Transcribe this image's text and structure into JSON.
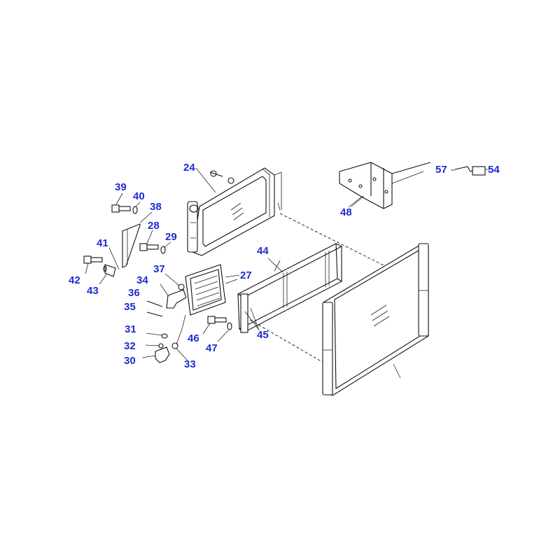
{
  "diagram": {
    "label_color": "#1f2bd1",
    "line_color": "#111111",
    "callouts": [
      {
        "id": "24",
        "text": "24"
      },
      {
        "id": "39",
        "text": "39"
      },
      {
        "id": "40",
        "text": "40"
      },
      {
        "id": "38",
        "text": "38"
      },
      {
        "id": "28",
        "text": "28"
      },
      {
        "id": "29",
        "text": "29"
      },
      {
        "id": "41",
        "text": "41"
      },
      {
        "id": "42",
        "text": "42"
      },
      {
        "id": "43",
        "text": "43"
      },
      {
        "id": "37",
        "text": "37"
      },
      {
        "id": "27",
        "text": "27"
      },
      {
        "id": "34",
        "text": "34"
      },
      {
        "id": "36",
        "text": "36"
      },
      {
        "id": "35",
        "text": "35"
      },
      {
        "id": "31",
        "text": "31"
      },
      {
        "id": "32",
        "text": "32"
      },
      {
        "id": "30",
        "text": "30"
      },
      {
        "id": "33",
        "text": "33"
      },
      {
        "id": "46",
        "text": "46"
      },
      {
        "id": "47",
        "text": "47"
      },
      {
        "id": "44",
        "text": "44"
      },
      {
        "id": "45",
        "text": "45"
      },
      {
        "id": "48",
        "text": "48"
      },
      {
        "id": "57",
        "text": "57"
      },
      {
        "id": "54",
        "text": "54"
      }
    ]
  }
}
